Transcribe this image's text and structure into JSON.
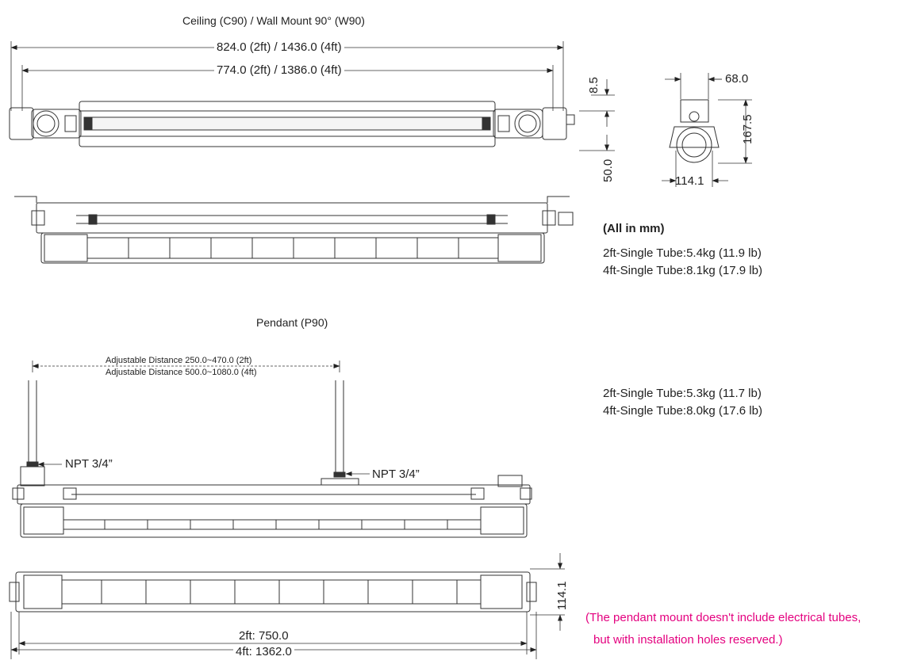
{
  "ceiling": {
    "title": "Ceiling (C90) / Wall Mount 90° (W90)",
    "dim_overall": "824.0 (2ft) / 1436.0 (4ft)",
    "dim_inner": "774.0 (2ft) / 1386.0 (4ft)",
    "dim_8_5": "8.5",
    "dim_50": "50.0",
    "weight_2ft": "2ft-Single Tube:5.4kg (11.9 lb)",
    "weight_4ft": "4ft-Single Tube:8.1kg (17.9 lb)"
  },
  "end_view": {
    "dim_68": "68.0",
    "dim_167_5": "167.5",
    "dim_114_1": "114.1"
  },
  "units_note": "(All in mm)",
  "pendant": {
    "title": "Pendant (P90)",
    "adj_2ft": "Adjustable Distance 250.0~470.0 (2ft)",
    "adj_4ft": "Adjustable Distance  500.0~1080.0 (4ft)",
    "npt_left": "NPT 3/4”",
    "npt_right": "NPT 3/4”",
    "weight_2ft": "2ft-Single Tube:5.3kg (11.7 lb)",
    "weight_4ft": "4ft-Single Tube:8.0kg (17.6 lb)"
  },
  "top_view": {
    "dim_height": "114.1",
    "dim_2ft": "2ft: 750.0",
    "dim_4ft": "4ft: 1362.0"
  },
  "note": {
    "line1": "(The pendant mount doesn't include electrical tubes,",
    "line2": "but with installation holes reserved.)"
  }
}
